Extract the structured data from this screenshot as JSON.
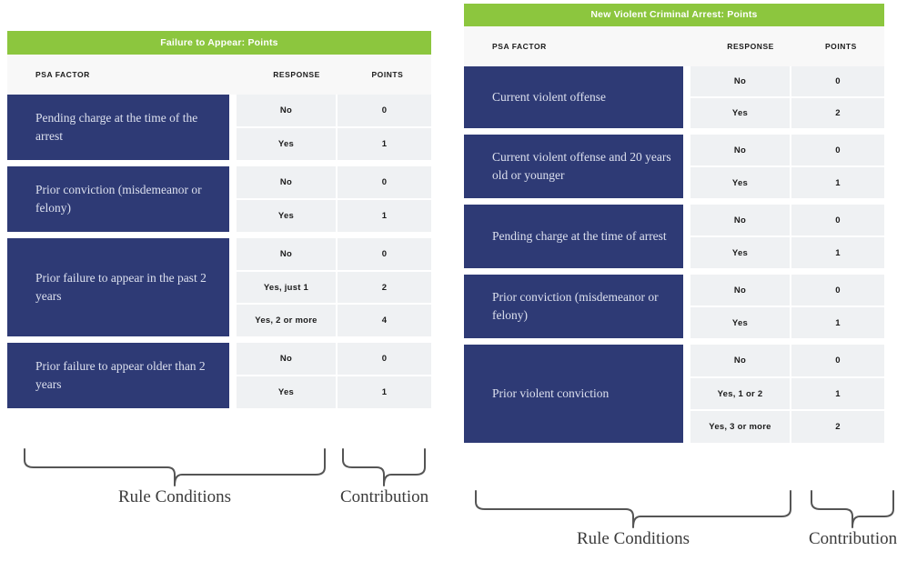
{
  "tables": [
    {
      "id": "failure-to-appear",
      "title": "Failure to Appear: Points",
      "columns": {
        "factor": "PSA FACTOR",
        "response": "RESPONSE",
        "points": "POINTS"
      },
      "rows": [
        {
          "factor": "Pending charge at the time of the arrest",
          "options": [
            {
              "response": "No",
              "points": "0"
            },
            {
              "response": "Yes",
              "points": "1"
            }
          ]
        },
        {
          "factor": "Prior conviction (misdemeanor or felony)",
          "options": [
            {
              "response": "No",
              "points": "0"
            },
            {
              "response": "Yes",
              "points": "1"
            }
          ]
        },
        {
          "factor": "Prior failure to appear in the past 2 years",
          "options": [
            {
              "response": "No",
              "points": "0"
            },
            {
              "response": "Yes, just 1",
              "points": "2"
            },
            {
              "response": "Yes, 2 or more",
              "points": "4"
            }
          ]
        },
        {
          "factor": "Prior failure to appear older than 2 years",
          "options": [
            {
              "response": "No",
              "points": "0"
            },
            {
              "response": "Yes",
              "points": "1"
            }
          ]
        }
      ],
      "annotations": {
        "rule_conditions": "Rule Conditions",
        "contribution": "Contribution"
      }
    },
    {
      "id": "new-violent-criminal-arrest",
      "title": "New Violent Criminal Arrest: Points",
      "columns": {
        "factor": "PSA FACTOR",
        "response": "RESPONSE",
        "points": "POINTS"
      },
      "rows": [
        {
          "factor": "Current violent offense",
          "options": [
            {
              "response": "No",
              "points": "0"
            },
            {
              "response": "Yes",
              "points": "2"
            }
          ]
        },
        {
          "factor": "Current violent offense and 20 years old or younger",
          "options": [
            {
              "response": "No",
              "points": "0"
            },
            {
              "response": "Yes",
              "points": "1"
            }
          ]
        },
        {
          "factor": "Pending charge at the time of arrest",
          "options": [
            {
              "response": "No",
              "points": "0"
            },
            {
              "response": "Yes",
              "points": "1"
            }
          ]
        },
        {
          "factor": "Prior conviction (misdemeanor or felony)",
          "options": [
            {
              "response": "No",
              "points": "0"
            },
            {
              "response": "Yes",
              "points": "1"
            }
          ]
        },
        {
          "factor": "Prior violent conviction",
          "options": [
            {
              "response": "No",
              "points": "0"
            },
            {
              "response": "Yes, 1 or 2",
              "points": "1"
            },
            {
              "response": "Yes, 3 or more",
              "points": "2"
            }
          ]
        }
      ],
      "annotations": {
        "rule_conditions": "Rule Conditions",
        "contribution": "Contribution"
      }
    }
  ],
  "colors": {
    "title_band": "#8CC63E",
    "factor_box": "#2E3A75",
    "cell_background": "#EFF1F3",
    "header_background": "#F8F8F8",
    "page_background": "#FFFFFF",
    "annotation": "#3B3B3B"
  }
}
